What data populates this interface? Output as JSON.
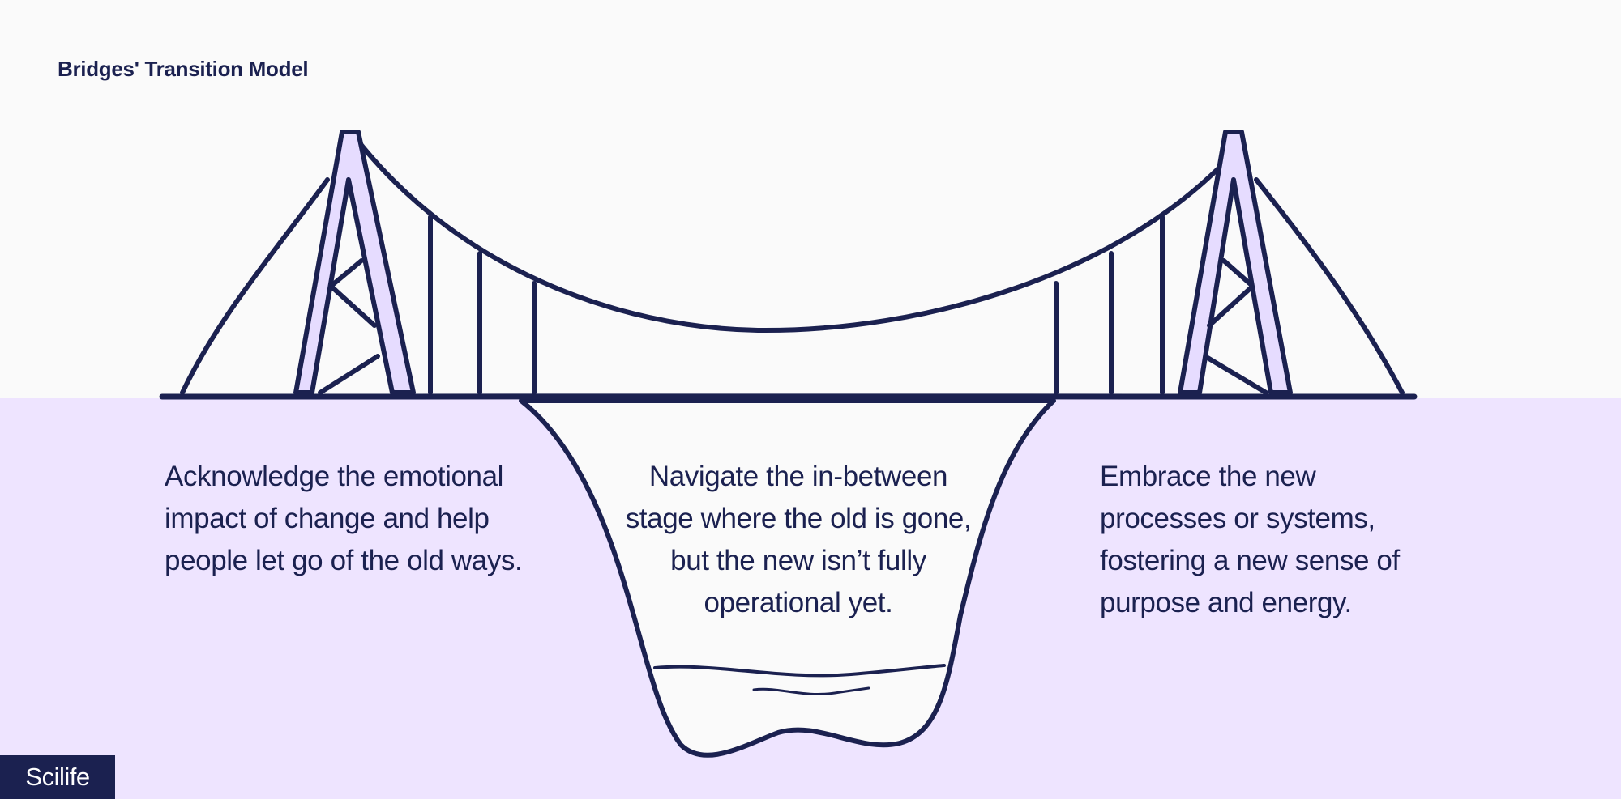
{
  "header": {
    "title": "Bridges' Transition Model"
  },
  "stages": [
    {
      "text": "Acknowledge the emotional impact of change and help people let go of the old ways."
    },
    {
      "text": "Navigate the in-between stage where the old is gone, but the new isn’t fully operational yet."
    },
    {
      "text": "Embrace the new processes or systems, fostering a new sense of purpose and energy."
    }
  ],
  "brand": {
    "logo_text": "Scilife"
  },
  "colors": {
    "ink": "#1B2150",
    "sky": "#FAFAFA",
    "ground": "#EEE4FF",
    "tower_fill": "#E6DCFF"
  }
}
